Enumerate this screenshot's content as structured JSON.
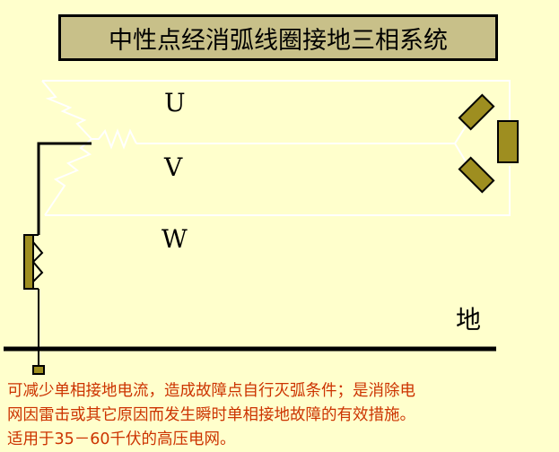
{
  "title": "中性点经消弧线圈接地三相系统",
  "phases": {
    "u": "U",
    "v": "V",
    "w": "W"
  },
  "ground_label": "地",
  "caption": "可减少单相接地电流，造成故障点自行灭弧条件；是消除电\n网因雷击或其它原因而发生瞬时单相接地故障的有效措施。\n适用于35－60千伏的高压电网。",
  "colors": {
    "background": "#FFFFCC",
    "title_fill": "#C8C089",
    "component_fill": "#9E8E20",
    "wire": "#FFFFFF",
    "caption_text": "#CC3300"
  }
}
